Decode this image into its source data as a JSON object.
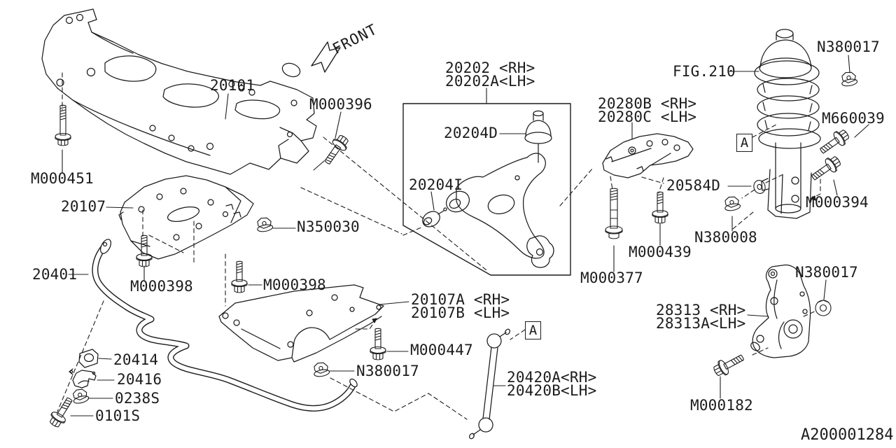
{
  "diagram": {
    "code": "A200001284",
    "front_indicator": "FRONT",
    "detail_marker": "A"
  },
  "colors": {
    "line": "#1c1c1c",
    "background": "#ffffff"
  },
  "icons": [
    "front-direction-arrow-icon"
  ],
  "labels": [
    {
      "id": "f20101",
      "text": "20101"
    },
    {
      "id": "m000396",
      "text": "M000396"
    },
    {
      "id": "m000451",
      "text": "M000451"
    },
    {
      "id": "f20107",
      "text": "20107"
    },
    {
      "id": "n350030",
      "text": "N350030"
    },
    {
      "id": "f20401",
      "text": "20401"
    },
    {
      "id": "m000398a",
      "text": "M000398"
    },
    {
      "id": "m000398b",
      "text": "M000398"
    },
    {
      "id": "f20107ab",
      "text": "20107A <RH>\n20107B <LH>"
    },
    {
      "id": "m000447",
      "text": "M000447"
    },
    {
      "id": "n380017a",
      "text": "N380017"
    },
    {
      "id": "f20414",
      "text": "20414"
    },
    {
      "id": "f20416",
      "text": "20416"
    },
    {
      "id": "f0238s",
      "text": "0238S"
    },
    {
      "id": "f0101s",
      "text": "0101S"
    },
    {
      "id": "f20202",
      "text": "20202 <RH>\n20202A<LH>"
    },
    {
      "id": "f20204d",
      "text": "20204D"
    },
    {
      "id": "f20204i",
      "text": "20204I"
    },
    {
      "id": "f20280",
      "text": "20280B <RH>\n20280C <LH>"
    },
    {
      "id": "f20584d",
      "text": "20584D"
    },
    {
      "id": "m000377",
      "text": "M000377"
    },
    {
      "id": "m000439",
      "text": "M000439"
    },
    {
      "id": "n380008",
      "text": "N380008"
    },
    {
      "id": "fig210",
      "text": "FIG.210"
    },
    {
      "id": "n380017b",
      "text": "N380017"
    },
    {
      "id": "m660039",
      "text": "M660039"
    },
    {
      "id": "m000394",
      "text": "M000394"
    },
    {
      "id": "f28313",
      "text": "28313 <RH>\n28313A<LH>"
    },
    {
      "id": "n380017c",
      "text": "N380017"
    },
    {
      "id": "m000182",
      "text": "M000182"
    },
    {
      "id": "f20420",
      "text": "20420A<RH>\n20420B<LH>"
    }
  ]
}
